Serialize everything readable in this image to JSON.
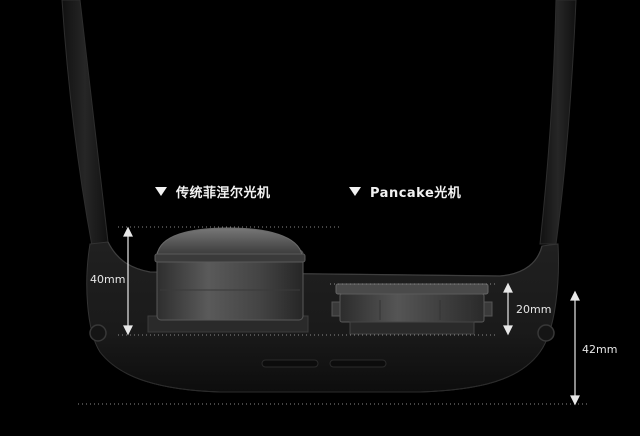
{
  "labels": {
    "fresnel": "传统菲涅尔光机",
    "pancake": "Pancake光机"
  },
  "dimensions": {
    "fresnel_height": "40mm",
    "pancake_height": "20mm",
    "headset_height": "42mm"
  },
  "colors": {
    "background": "#000000",
    "text": "#f2f2f2",
    "shell": "#1c1c1c",
    "shell_edge": "#3a3a3a",
    "lens_module": "#4a4a4a",
    "dotted_guide": "#8a8a8a"
  }
}
